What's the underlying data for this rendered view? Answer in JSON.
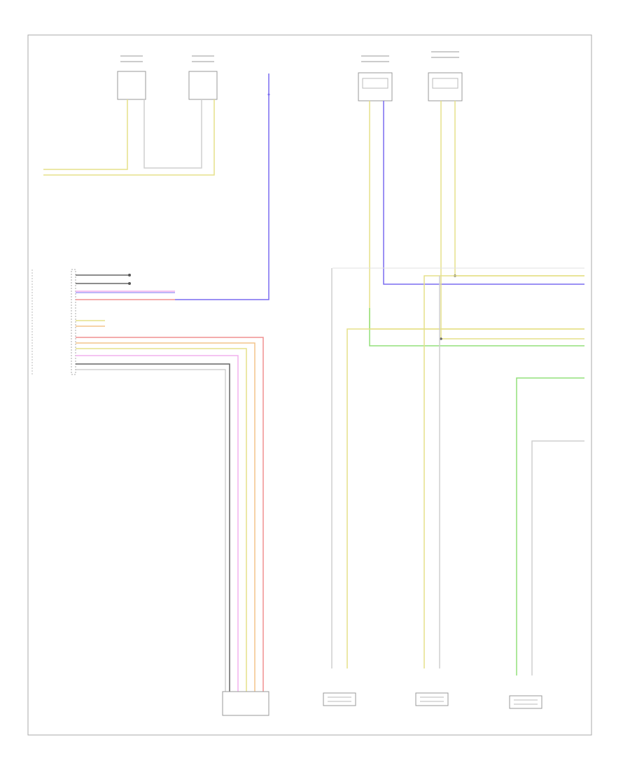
{
  "page_marker": "",
  "colors": {
    "yellow": "#e6e08a",
    "white": "#cfcfcf",
    "blue": "#7a6cf0",
    "pink": "#f2b0ee",
    "red": "#f09090",
    "green": "#92e07a",
    "orange": "#f4c48a",
    "black": "#666666",
    "frame": "#aaaaaa"
  },
  "components": [
    {
      "id": "sensor-1",
      "icon": "sensor-box"
    },
    {
      "id": "sensor-2",
      "icon": "sensor-box"
    },
    {
      "id": "sensor-3",
      "icon": "sensor-box"
    },
    {
      "id": "sensor-4",
      "icon": "sensor-box"
    },
    {
      "id": "audio-amplifier",
      "icon": "connector-block"
    },
    {
      "id": "subwoofer",
      "icon": "connector-block"
    },
    {
      "id": "speaker-1",
      "icon": "speaker"
    },
    {
      "id": "speaker-2",
      "icon": "speaker"
    },
    {
      "id": "speaker-3",
      "icon": "speaker"
    }
  ]
}
